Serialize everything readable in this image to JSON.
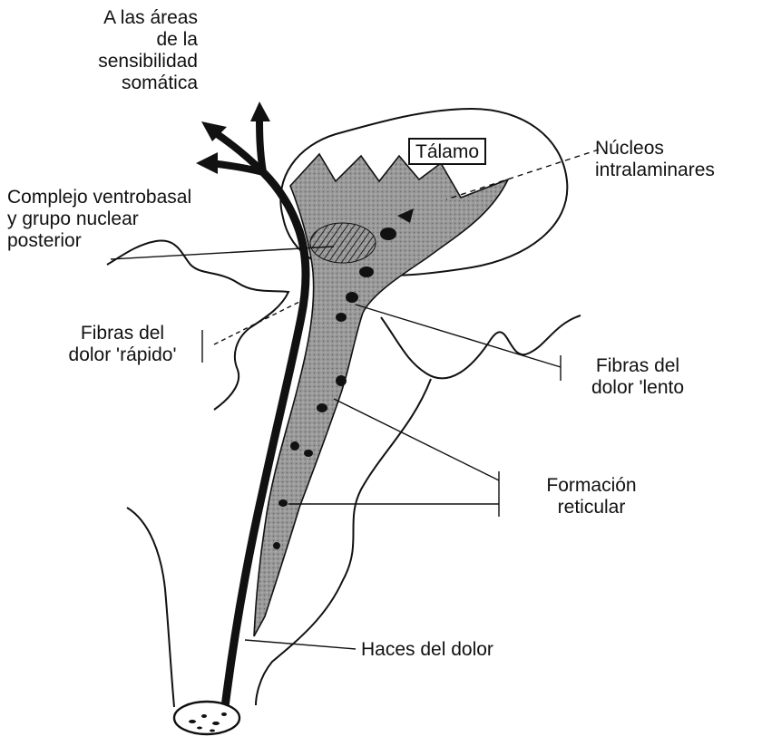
{
  "labels": {
    "somatic_areas": [
      "A las áreas",
      "de la",
      "sensibilidad",
      "somática"
    ],
    "thalamus": "Tálamo",
    "intralaminar_nuclei": [
      "Núcleos",
      "intralaminares"
    ],
    "ventrobasal_complex": [
      "Complejo ventrobasal",
      "y grupo nuclear",
      "posterior"
    ],
    "fast_pain_fibers": [
      "Fibras del",
      "dolor 'rápido'"
    ],
    "slow_pain_fibers": [
      "Fibras del",
      "dolor 'lento"
    ],
    "reticular_formation": [
      "Formación",
      "reticular"
    ],
    "pain_tracts": "Haces del dolor"
  },
  "colors": {
    "ink": "#111111",
    "shaded_region": "#8a8a8a",
    "background": "#ffffff"
  }
}
